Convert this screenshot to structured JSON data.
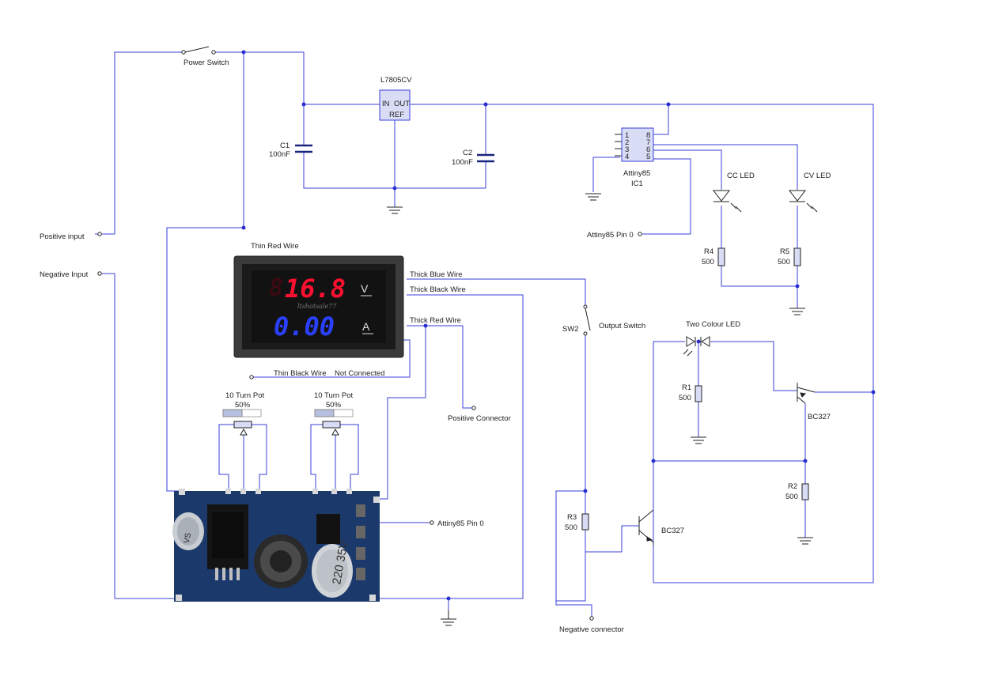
{
  "labels": {
    "power_switch": "Power Switch",
    "positive_input": "Positive input",
    "negative_input": "Negative Input",
    "regulator": "L7805CV",
    "reg_in": "IN",
    "reg_out": "OUT",
    "reg_ref": "REF",
    "c1": "C1",
    "c1_val": "100nF",
    "c2": "C2",
    "c2_val": "100nF",
    "ic_name": "Attiny85",
    "ic_ref": "IC1",
    "ic_pins_left": [
      "1",
      "2",
      "3",
      "4"
    ],
    "ic_pins_right": [
      "8",
      "7",
      "6",
      "5"
    ],
    "attiny_pin0_top": "Attiny85 Pin 0",
    "cc_led": "CC LED",
    "cv_led": "CV LED",
    "r4": "R4",
    "r4_val": "500",
    "r5": "R5",
    "r5_val": "500",
    "thin_red_wire": "Thin Red Wire",
    "thick_blue_wire": "Thick Blue Wire",
    "thick_black_wire": "Thick Black Wire",
    "thick_red_wire": "Thick Red Wire",
    "thin_black_wire": "Thin Black Wire",
    "not_connected": "Not Connected",
    "sw2": "SW2",
    "output_switch": "Output Switch",
    "two_colour_led": "Two Colour LED",
    "r1": "R1",
    "r1_val": "500",
    "q_top": "BC327",
    "positive_connector": "Positive Connector",
    "pot1": "10 Turn Pot",
    "pot1_pct": "50%",
    "pot2": "10 Turn Pot",
    "pot2_pct": "50%",
    "r2": "R2",
    "r2_val": "500",
    "r3": "R3",
    "r3_val": "500",
    "q_bottom": "BC327",
    "attiny_pin0_bottom": "Attiny85 Pin 0",
    "negative_connector": "Negative connector"
  },
  "meter": {
    "voltage": "16.8",
    "current": "0.00",
    "v_unit": "V",
    "a_unit": "A",
    "watermark": "ltshotsale77"
  },
  "module": {
    "cap_marking": "220\n35V\nVS"
  },
  "colors": {
    "wire": "#3a3fd8",
    "volt_digits": "#ff1030",
    "amp_digits": "#2a40ff",
    "pcb": "#1e3f73"
  }
}
